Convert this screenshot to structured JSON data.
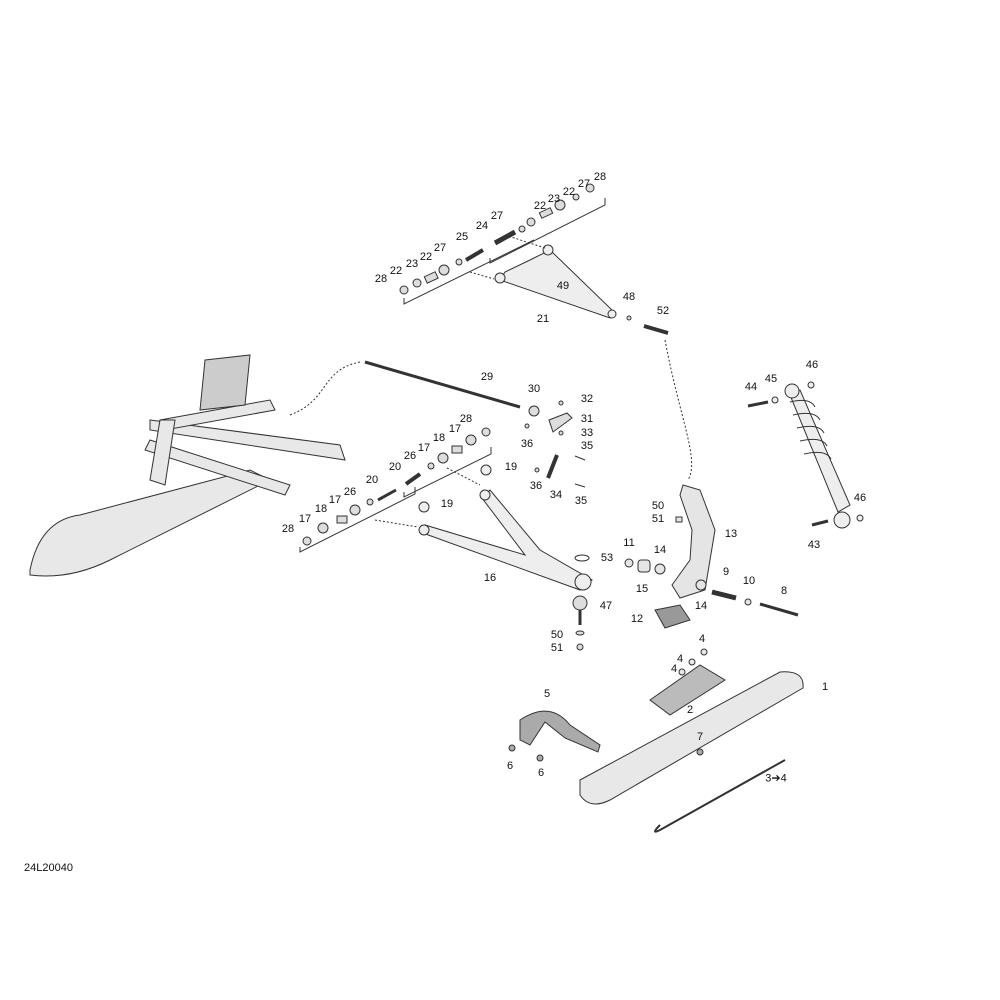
{
  "diagram_code": "24L20040",
  "callouts": [
    "28",
    "27",
    "22",
    "23",
    "22",
    "27",
    "24",
    "25",
    "27",
    "22",
    "23",
    "22",
    "28",
    "49",
    "21",
    "48",
    "52",
    "29",
    "30",
    "32",
    "31",
    "36",
    "33",
    "35",
    "28",
    "17",
    "18",
    "17",
    "26",
    "20",
    "19",
    "20",
    "36",
    "34",
    "35",
    "19",
    "26",
    "17",
    "18",
    "17",
    "28",
    "16",
    "53",
    "47",
    "50",
    "51",
    "44",
    "45",
    "46",
    "50",
    "51",
    "13",
    "11",
    "14",
    "15",
    "14",
    "9",
    "10",
    "8",
    "46",
    "43",
    "12",
    "4",
    "4",
    "4",
    "1",
    "2",
    "5",
    "7",
    "6",
    "6",
    "3➔4"
  ],
  "colors": {
    "line": "#333333",
    "fill": "#d9d9d9",
    "dark": "#555555"
  }
}
